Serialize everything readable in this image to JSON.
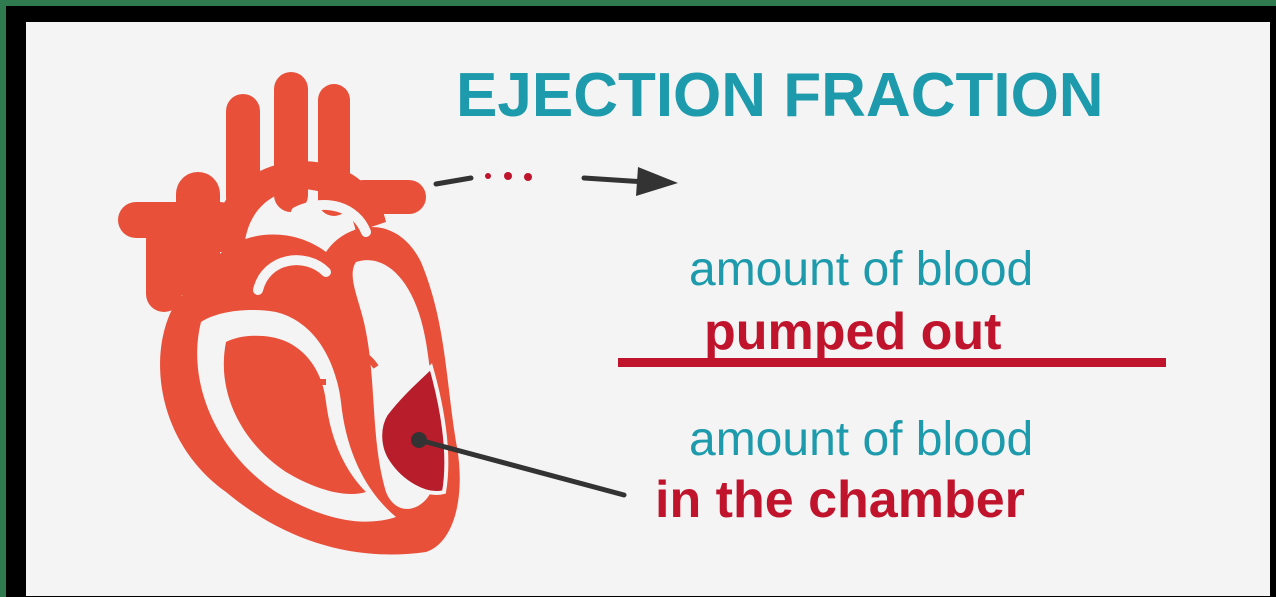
{
  "title": "EJECTION FRACTION",
  "numerator": {
    "line1": "amount of blood",
    "line2": "pumped out"
  },
  "denominator": {
    "line1": "amount of blood",
    "line2": "in the chamber"
  },
  "colors": {
    "frame": "#2f7a4f",
    "background": "#f4f4f4",
    "teal": "#1d9aab",
    "red_text": "#c0142c",
    "heart": "#e8503a",
    "chamber": "#b81d2b",
    "pointer": "#333333"
  },
  "icons": [
    "heart-illustration",
    "arrow-right-icon",
    "pointer-line"
  ]
}
